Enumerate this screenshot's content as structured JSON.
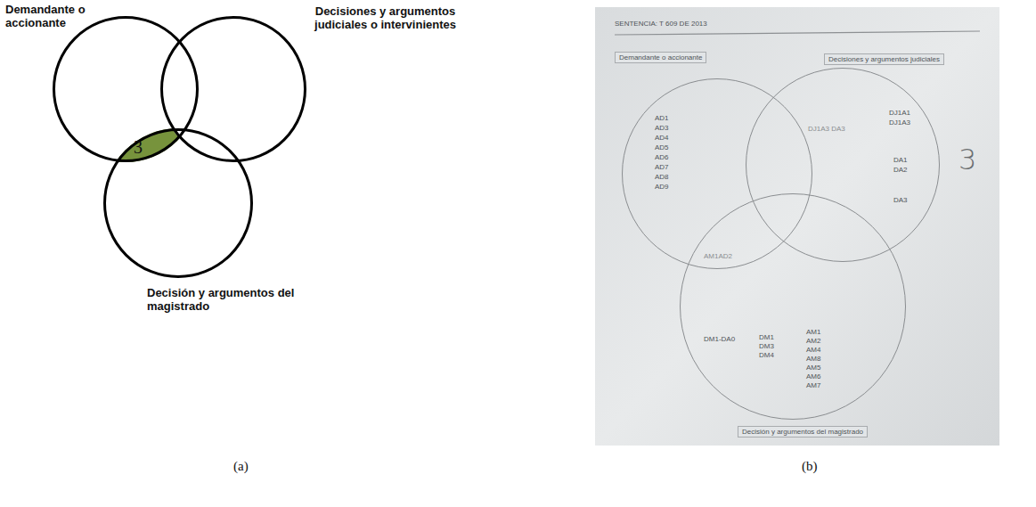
{
  "diagram": {
    "nodes": [
      {
        "text": [
          "Demandante o accionante"
        ]
      },
      {
        "text": [
          "Decisiones y argumentos judiciales o intervinientes"
        ]
      },
      {
        "text": [
          "Decisión y argumentos del magistrado"
        ]
      },
      {
        "text": [
          "Demandante o accionante",
          "AD1",
          "AD3",
          "AD4",
          "AD5",
          "AD6",
          "AD7",
          "AD8",
          "AD9"
        ]
      },
      {
        "text": [
          "Decisiones y argumentos judiciales",
          "DJ1A1",
          "DJ1A3",
          "DA1",
          "DA2",
          "DA3"
        ]
      },
      {
        "text": [
          "Decisión y argumentos del magistrado",
          "DM1-DA0",
          "DM1",
          "DM3",
          "DM4",
          "AM1",
          "AM2",
          "AM4",
          "AM8",
          "AM5",
          "AM6",
          "AM7"
        ]
      }
    ],
    "labels": [
      "3",
      "SENTENCIA: T 609 DE 2013",
      "DJ1A3 DA3",
      "AM1AD2",
      "3",
      "(a)",
      "(b)"
    ]
  }
}
